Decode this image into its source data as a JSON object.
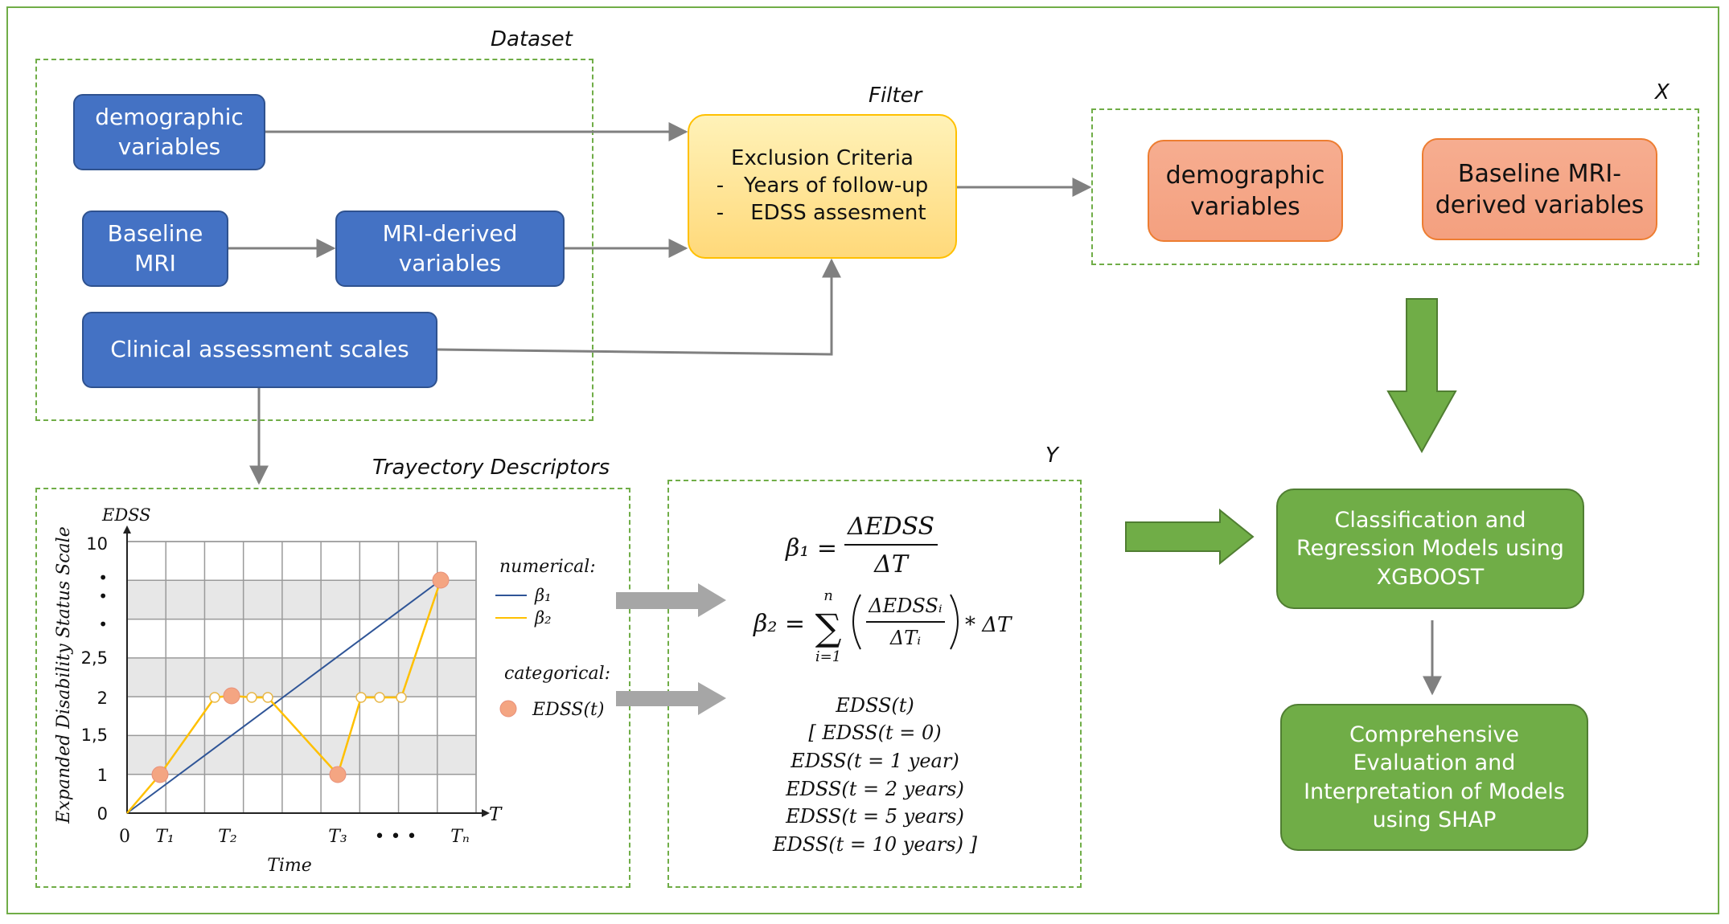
{
  "titles": {
    "dataset": "Dataset",
    "filter": "Filter",
    "x": "X",
    "trajectory": "Trayectory Descriptors",
    "y": "Y"
  },
  "dataset_boxes": {
    "demographic": "demographic\nvariables",
    "baseline_mri": "Baseline\nMRI",
    "mri_derived": "MRI-derived\nvariables",
    "clinical": "Clinical assessment scales"
  },
  "filter_box": {
    "heading": "Exclusion Criteria",
    "criteria": [
      "-   Years of follow-up",
      "-    EDSS assesment"
    ]
  },
  "x_boxes": {
    "demographic": "demographic\nvariables",
    "mri": "Baseline MRI-\nderived variables"
  },
  "model_boxes": {
    "classification": "Classification and\nRegression Models using\nXGBOOST",
    "evaluation": "Comprehensive\nEvaluation and\nInterpretation of Models\nusing SHAP"
  },
  "plot": {
    "y_title": "EDSS",
    "y_axis_label": "Expanded Disability Status Scale",
    "x_axis_label": "Time",
    "x_arrow_label": "T",
    "y_ticks": [
      "10",
      "•",
      "•",
      "•",
      "2,5",
      "2",
      "1,5",
      "1",
      "0"
    ],
    "x_ticks": [
      "0",
      "T₁",
      "T₂",
      "T₃",
      "• • •",
      "Tₙ"
    ],
    "legend_numerical": "numerical:",
    "legend_beta1": "β₁",
    "legend_beta2": "β₂",
    "legend_categorical": "categorical:",
    "legend_edss": "EDSS(t)",
    "colors": {
      "beta1": "#2f5597",
      "beta2": "#ffc000",
      "edss_point": "#f4a582",
      "band": "#e7e7e7",
      "grid": "#9a9a9a"
    }
  },
  "formulas": {
    "b1_lhs": "β₁ =",
    "b1_num": "ΔEDSS",
    "b1_den": "ΔT",
    "b2_lhs": "β₂ =",
    "b2_sum_top": "n",
    "b2_sum_bottom": "i=1",
    "b2_num": "ΔEDSSᵢ",
    "b2_den": "ΔTᵢ",
    "b2_tail": "* ΔT",
    "edss_lines": [
      "EDSS(t)",
      "[ EDSS(t = 0)",
      "EDSS(t = 1 year)",
      "EDSS(t = 2 years)",
      "EDSS(t = 5 years)",
      "EDSS(t = 10 years) ]"
    ]
  }
}
